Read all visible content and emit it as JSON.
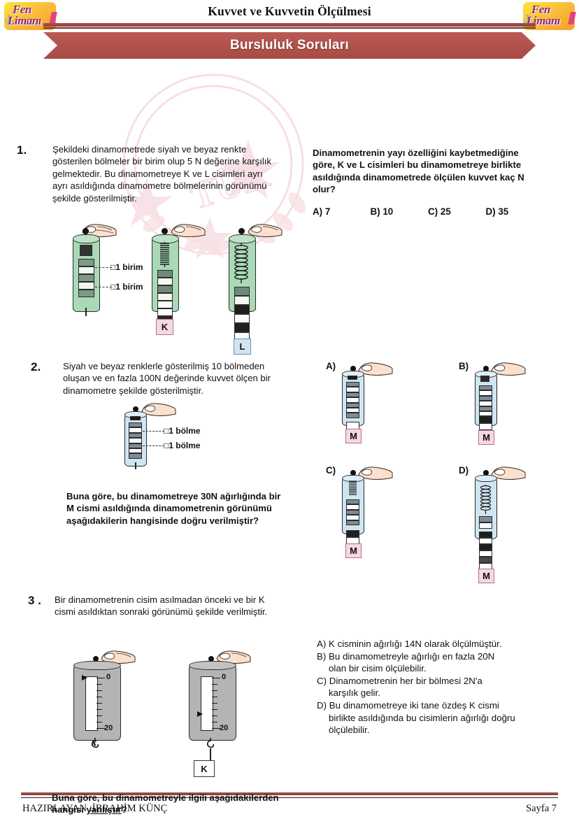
{
  "header": {
    "doc_title": "Kuvvet ve Kuvvetin Ölçülmesi",
    "banner_title": "Bursluluk Soruları",
    "logo_line1": "Fen",
    "logo_line2": "Limanı"
  },
  "q1": {
    "number": "1.",
    "stem": "Şekildeki dinamometrede siyah ve beyaz renkte gösterilen bölmeler bir birim olup 5 N değerine karşılık gelmektedir. Bu dinamometreye K ve L cisimleri ayrı ayrı asıldığında dinamometre bölmelerinin görünümü şekilde gösterilmiştir.",
    "ask": "Dinamometrenin yayı özelliğini kaybetmediğine göre, K ve L cisimleri bu dinamometreye birlikte asıldığında dinamometrede ölçülen kuvvet kaç N olur?",
    "options": [
      "A) 7",
      "B) 10",
      "C) 25",
      "D) 35"
    ],
    "unit_label_1": "1 birim",
    "unit_label_2": "1 birim",
    "body_k": "K",
    "body_l": "L"
  },
  "q2": {
    "number": "2.",
    "stem": "Siyah ve beyaz renklerle gösterilmiş 10 bölmeden oluşan ve en fazla 100N değerinde kuvvet ölçen bir dinamometre şekilde gösterilmiştir.",
    "ask": "Buna göre, bu dinamometreye 30N ağırlığında bir M cismi asıldığında dinamometrenin görünümü aşağıdakilerin hangisinde doğru verilmiştir?",
    "div_label_1": "1 bölme",
    "div_label_2": "1 bölme",
    "option_letters": [
      "A)",
      "B)",
      "C)",
      "D)"
    ],
    "body_label": "M"
  },
  "q3": {
    "number": "3 .",
    "stem": "Bir dinamometrenin cisim asılmadan önceki ve bir K cismi asıldıktan sonraki görünümü şekilde verilmiştir.",
    "ask_pre": "Buna göre, bu dinamometreyle ilgili aşağıdakilerden hangisi ",
    "ask_underline": "yanlıştır",
    "ask_post": "?",
    "scale_top": "0",
    "scale_bottom": "20",
    "body_label": "K",
    "options": [
      {
        "letter": "A)",
        "line1": "K cisminin ağırlığı 14N olarak ölçülmüştür.",
        "line2": ""
      },
      {
        "letter": "B)",
        "line1": "Bu dinamometreyle ağırlığı en fazla 20N",
        "line2": "olan bir cisim ölçülebilir."
      },
      {
        "letter": "C)",
        "line1": "Dinamometrenin her bir bölmesi 2N'a",
        "line2": "karşılık gelir."
      },
      {
        "letter": "D)",
        "line1": "Bu dinamometreye iki tane özdeş K cismi",
        "line2": "birlikte asıldığında bu cisimlerin ağırlığı doğru ölçülebilir."
      }
    ]
  },
  "footer": {
    "prepared_by": "HAZIRLAYAN :İBRAHİM KÜNÇ",
    "page": "Sayfa 7"
  },
  "colors": {
    "banner": "#b5534e",
    "rule": "#a8514c",
    "green_tube": "#a9d9b6",
    "blue_tube": "#cfe6f2",
    "gray_tube": "#b4b4b4",
    "logo_text": "#8e2b8c",
    "watermark": "#f3c8cf"
  }
}
